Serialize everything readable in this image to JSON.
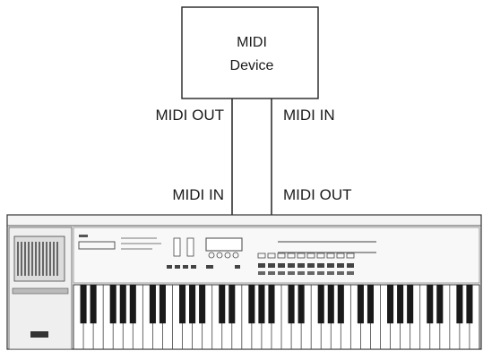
{
  "device": {
    "line1": "MIDI",
    "line2": "Device"
  },
  "connections": {
    "top_left": "MIDI OUT",
    "top_right": "MIDI IN",
    "bottom_left": "MIDI IN",
    "bottom_right": "MIDI OUT"
  },
  "keyboard": {
    "name": "keyboard-synthesizer",
    "white_keys": 41
  }
}
